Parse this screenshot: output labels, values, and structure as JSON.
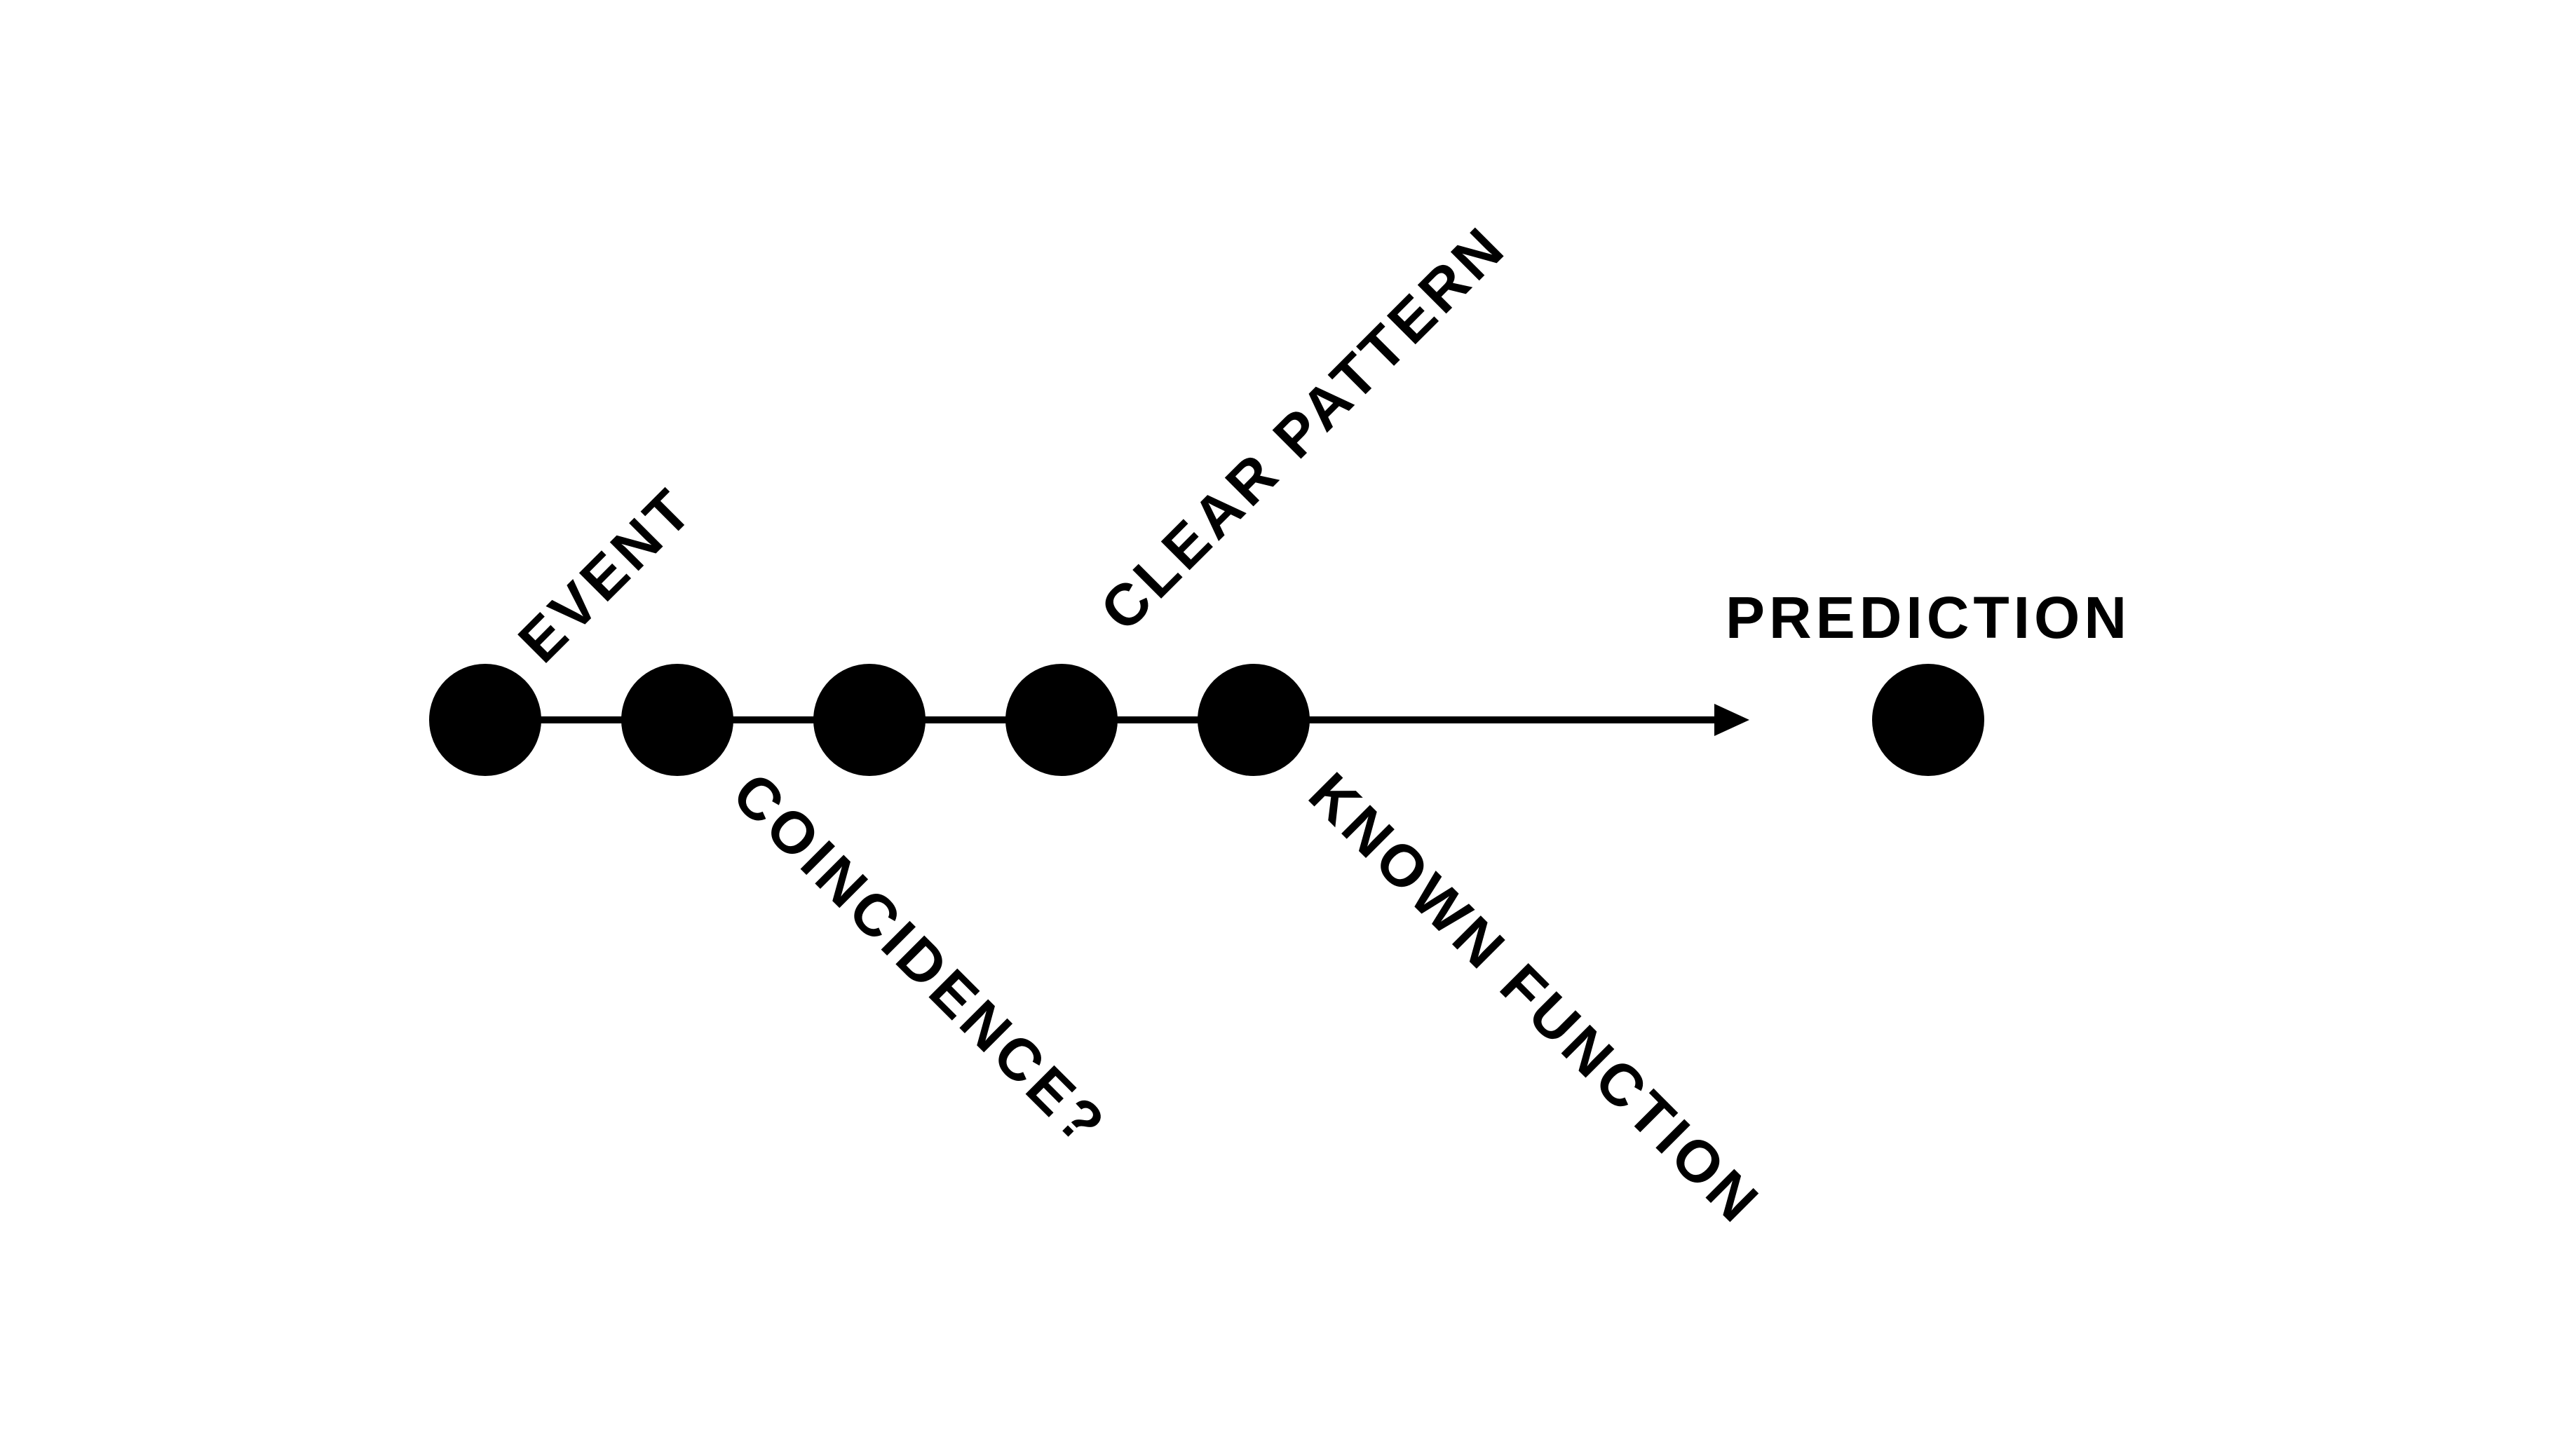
{
  "diagram": {
    "colors": {
      "background": "#ffffff",
      "ink": "#000000"
    },
    "labels": {
      "event": "EVENT",
      "coincidence": "COINCIDENCE?",
      "clear_pattern": "CLEAR PATTERN",
      "known_function": "KNOWN FUNCTION",
      "prediction": "PREDICTION"
    }
  }
}
